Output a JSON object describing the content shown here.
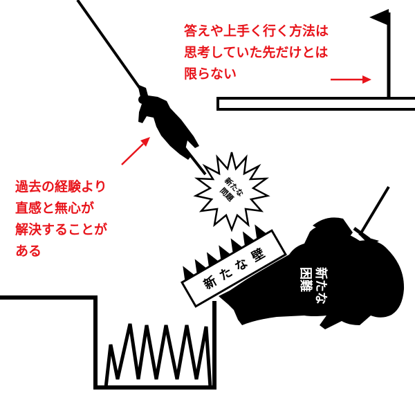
{
  "captions": {
    "top": [
      "答えや上手く行く方法は",
      "思考していた先だけとは",
      "限らない"
    ],
    "left": [
      "過去の経験より",
      "直感と無心が",
      "解決することが",
      "ある"
    ]
  },
  "labels": {
    "burst": [
      "新たな",
      "問題"
    ],
    "wall": [
      "新",
      "た",
      "な",
      "壁"
    ],
    "monster": [
      "新たな",
      "困難"
    ]
  },
  "colors": {
    "accent_red": "#e8141b",
    "ink": "#000000",
    "paper": "#ffffff"
  },
  "icons": [
    "goal-flag-icon",
    "rope-climber-figure",
    "spike-pit-icon",
    "sword-icon"
  ]
}
